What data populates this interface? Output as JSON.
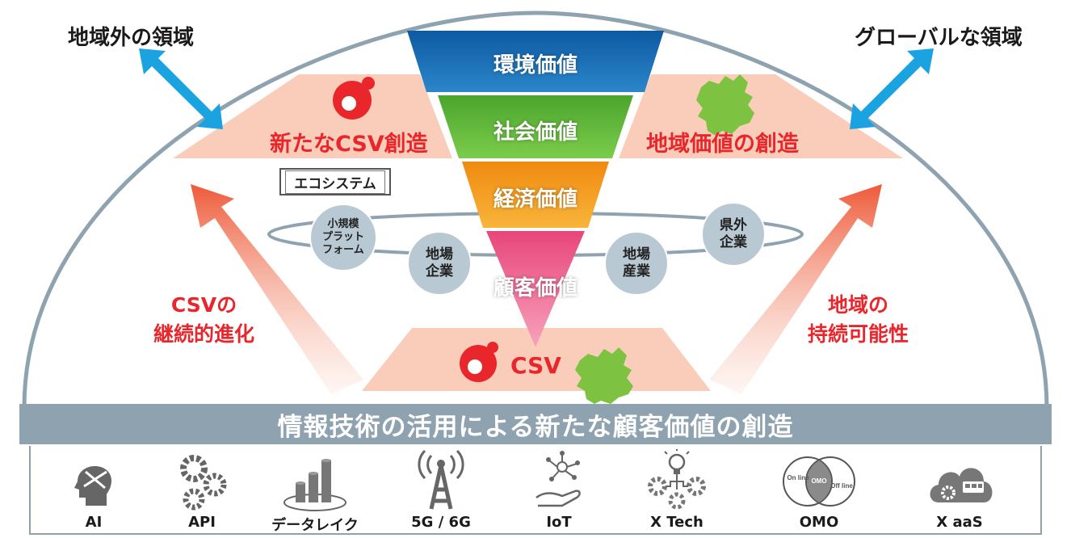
{
  "corners": {
    "left": "地域外の領域",
    "right": "グローバルな領域"
  },
  "funnel": [
    "環境価値",
    "社会価値",
    "経済価値",
    "顧客価値"
  ],
  "trapezoid": {
    "left": "新たなCSV創造",
    "right": "地域価値の創造",
    "bottom": "CSV"
  },
  "ecosystem": "エコシステム",
  "nodes": {
    "small_platform": [
      "小規模",
      "プラット",
      "フォーム"
    ],
    "local_company": [
      "地場",
      "企業"
    ],
    "local_industry": [
      "地場",
      "産業"
    ],
    "outside_company": [
      "県外",
      "企業"
    ]
  },
  "sides": {
    "left": [
      "CSVの",
      "継続的進化"
    ],
    "right": [
      "地域の",
      "持続可能性"
    ]
  },
  "banner": "情報技術の活用による新たな顧客価値の創造",
  "tech": [
    "AI",
    "API",
    "データレイク",
    "5G / 6G",
    "IoT",
    "X Tech",
    "OMO",
    "X aaS"
  ],
  "omo": {
    "online": "On line",
    "center": "OMO",
    "offline": "Off line"
  },
  "colors": {
    "red": "#e8262b",
    "peach": "#f9cdb9",
    "dome": "#8ea2b0",
    "blue_arrow": "#1aa3e0",
    "green_map": "#7ec242",
    "env": "#1e6fb4",
    "social": "#5db53b",
    "economic": "#f39a1a",
    "customer": "#ec5a87"
  }
}
